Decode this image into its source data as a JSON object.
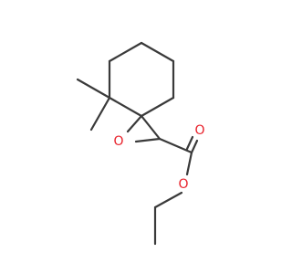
{
  "molecule": {
    "atoms": [
      {
        "symbol": "O",
        "color": "#e8202a"
      },
      {
        "symbol": "O",
        "color": "#e8202a"
      },
      {
        "symbol": "O",
        "color": "#e8202a"
      }
    ]
  }
}
